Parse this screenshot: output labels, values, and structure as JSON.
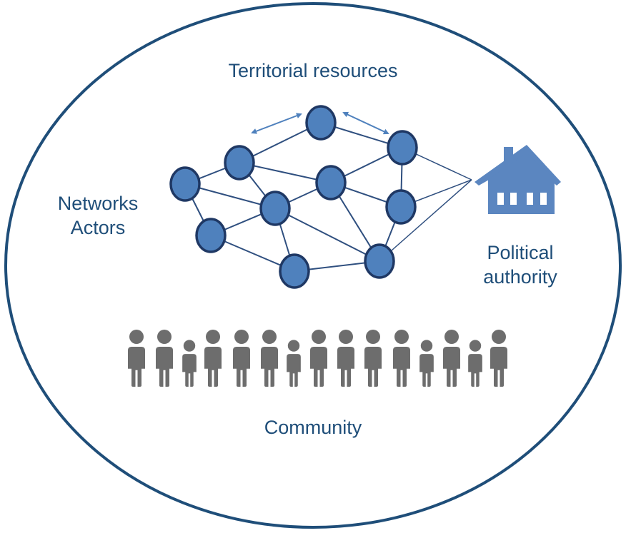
{
  "labels": {
    "territorial_resources": "Territorial resources",
    "networks": "Networks",
    "actors": "Actors",
    "political_line1": "Political",
    "political_line2": "authority",
    "community": "Community"
  },
  "colors": {
    "ellipse_stroke": "#1f4e79",
    "node_fill": "#4f81bd",
    "node_stroke": "#1f3864",
    "edge": "#2f4f7f",
    "house": "#5b86c0",
    "people": "#6d6d6d",
    "text": "#1f4e79"
  },
  "icons": {
    "house": "house-icon",
    "person": "person-icon"
  }
}
